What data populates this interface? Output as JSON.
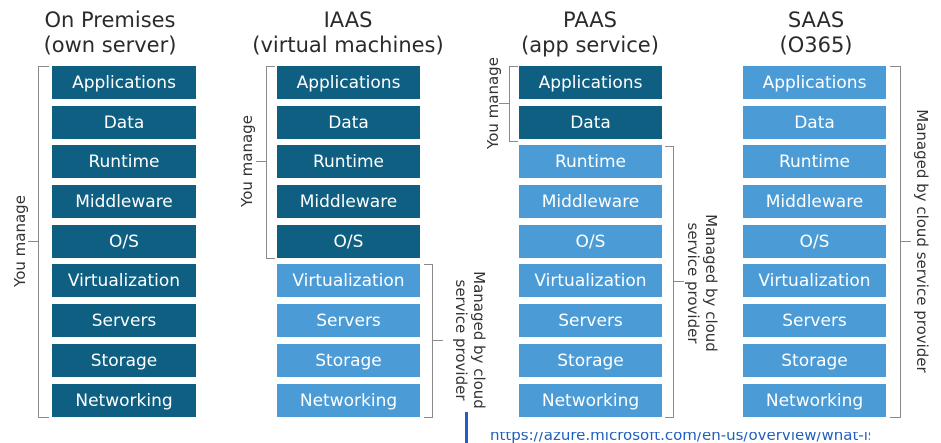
{
  "columns": [
    {
      "id": "on-premises",
      "title_lines": [
        "On Premises",
        "(own server)"
      ],
      "items": [
        "Applications",
        "Data",
        "Runtime",
        "Middleware",
        "O/S",
        "Virtualization",
        "Servers",
        "Storage",
        "Networking"
      ]
    },
    {
      "id": "iaas",
      "title_lines": [
        "IAAS",
        "(virtual machines)"
      ],
      "items": [
        "Applications",
        "Data",
        "Runtime",
        "Middleware",
        "O/S",
        "Virtualization",
        "Servers",
        "Storage",
        "Networking"
      ]
    },
    {
      "id": "paas",
      "title_lines": [
        "PAAS",
        "(app service)"
      ],
      "items": [
        "Applications",
        "Data",
        "Runtime",
        "Middleware",
        "O/S",
        "Virtualization",
        "Servers",
        "Storage",
        "Networking"
      ]
    },
    {
      "id": "saas",
      "title_lines": [
        "SAAS",
        "(O365)"
      ],
      "items": [
        "Applications",
        "Data",
        "Runtime",
        "Middleware",
        "O/S",
        "Virtualization",
        "Servers",
        "Storage",
        "Networking"
      ]
    }
  ],
  "labels": {
    "you_manage": "You manage",
    "managed_cloud_two_line": [
      "Managed by cloud",
      "service provider"
    ],
    "managed_cloud_one_line": "Managed by cloud service provider"
  },
  "colors": {
    "customer_managed": "#0e5f82",
    "provider_managed": "#4a9bd6",
    "bracket": "#8a8a8a",
    "link": "#1f5fbf"
  },
  "link_fragment": "https://azure.microsoft.com/en-us/overview/what-is-"
}
